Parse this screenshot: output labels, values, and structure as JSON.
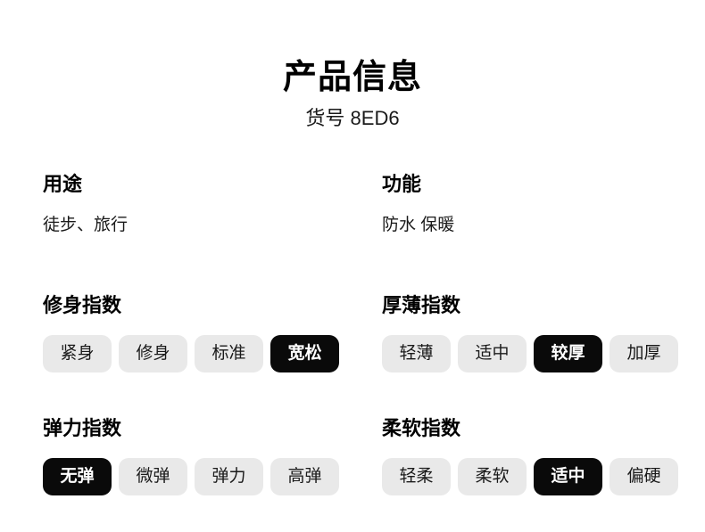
{
  "header": {
    "title": "产品信息",
    "subtitle": "货号 8ED6"
  },
  "sections": {
    "usage": {
      "heading": "用途",
      "text": "徒步、旅行"
    },
    "function": {
      "heading": "功能",
      "text": "防水  保暖"
    },
    "fit_index": {
      "heading": "修身指数",
      "options": [
        "紧身",
        "修身",
        "标准",
        "宽松"
      ],
      "selected": "宽松"
    },
    "thickness_index": {
      "heading": "厚薄指数",
      "options": [
        "轻薄",
        "适中",
        "较厚",
        "加厚"
      ],
      "selected": "较厚"
    },
    "elasticity_index": {
      "heading": "弹力指数",
      "options": [
        "无弹",
        "微弹",
        "弹力",
        "高弹"
      ],
      "selected": "无弹"
    },
    "softness_index": {
      "heading": "柔软指数",
      "options": [
        "轻柔",
        "柔软",
        "适中",
        "偏硬"
      ],
      "selected": "适中"
    }
  },
  "colors": {
    "background": "#ffffff",
    "text": "#1a1a1a",
    "pill_background": "#e9e9e9",
    "pill_selected_background": "#0a0a0a",
    "pill_selected_text": "#ffffff"
  }
}
